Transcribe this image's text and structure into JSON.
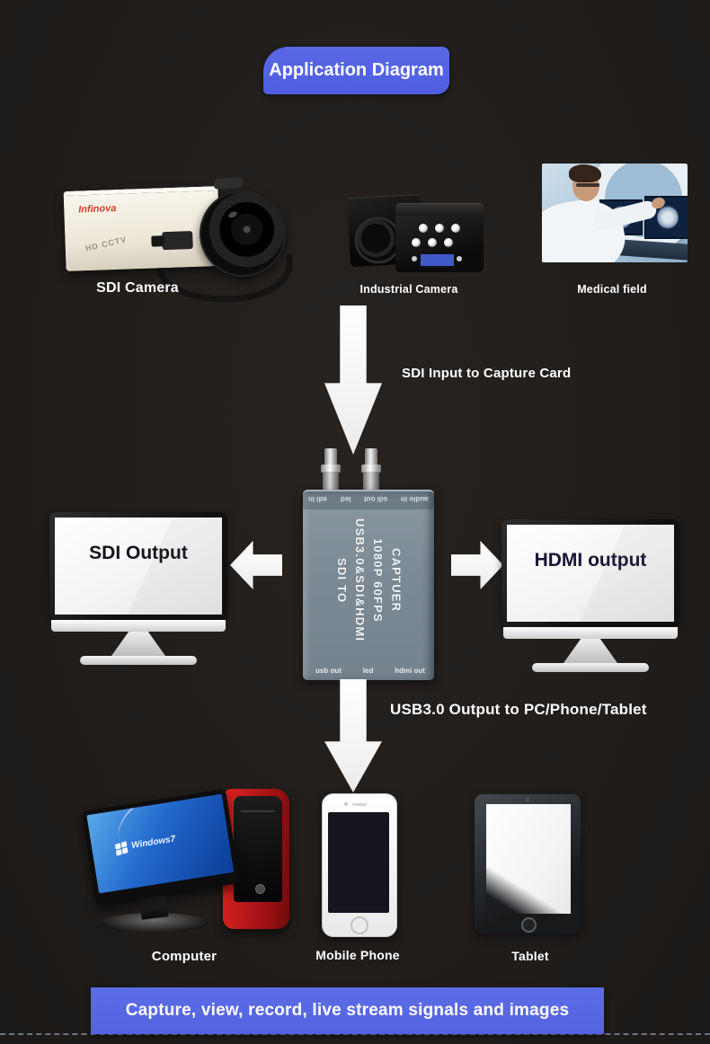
{
  "header": {
    "title": "Application Diagram"
  },
  "sources": {
    "sdi_camera": {
      "label": "SDI Camera",
      "brand": "Infinova",
      "body_text": "HD CCTV"
    },
    "industrial_camera": {
      "label": "Industrial Camera"
    },
    "medical": {
      "label": "Medical field"
    }
  },
  "capture_card": {
    "input_caption": "SDI Input to Capture Card",
    "panel_line1": "SDI TO USB3.0&SDI&HDMI",
    "panel_line2": "1080P 60FPS CAPTUER",
    "top_ports": [
      "sdi in",
      "led",
      "sdi out",
      "audio in"
    ],
    "bottom_ports": [
      "usb out",
      "led",
      "hdmi out"
    ]
  },
  "outputs": {
    "sdi_monitor_label": "SDI Output",
    "hdmi_monitor_label": "HDMI output",
    "usb_caption": "USB3.0 Output to PC/Phone/Tablet"
  },
  "destinations": {
    "computer": {
      "label": "Computer",
      "screen_text": "Windows7"
    },
    "phone": {
      "label": "Mobile Phone"
    },
    "tablet": {
      "label": "Tablet"
    }
  },
  "footer": {
    "caption": "Capture, view, record, live stream signals and images"
  },
  "colors": {
    "accent_blue": "#5767e3",
    "device_gray": "#7e8c96",
    "background": "#201d1b"
  }
}
